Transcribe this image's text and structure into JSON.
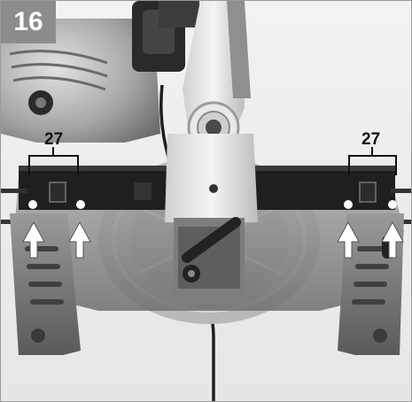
{
  "figure": {
    "number": "16",
    "callouts": [
      {
        "label": "27",
        "side": "left"
      },
      {
        "label": "27",
        "side": "right"
      }
    ],
    "subject": "miter-saw-front-view",
    "badge_color": "#8c8c8c",
    "arrow_color": "#ffffff"
  }
}
